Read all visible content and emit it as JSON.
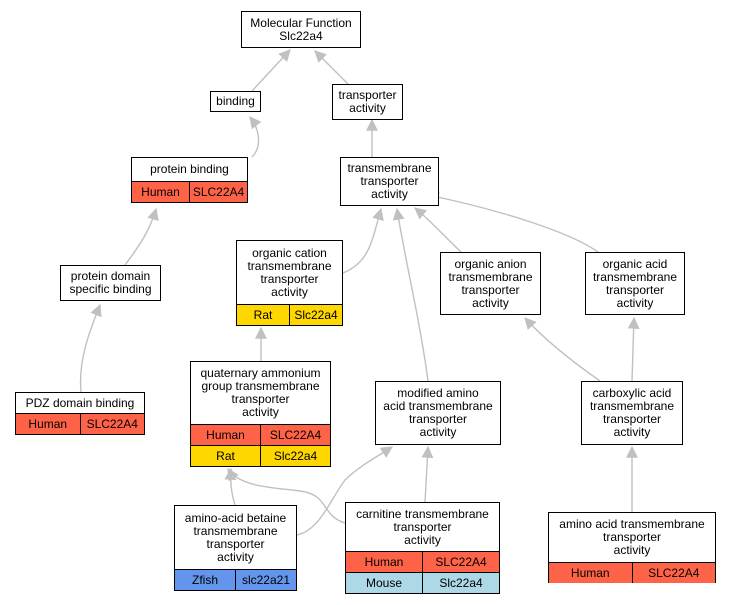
{
  "colors": {
    "human": "#ff6347",
    "rat": "#ffd700",
    "mouse": "#add8e6",
    "zfish": "#6495ed",
    "edge": "#c0c0c0",
    "arrow": "#c0c0c0"
  },
  "nodes": {
    "molecular_function": {
      "label": "Molecular Function\nSlc22a4",
      "annotations": []
    },
    "binding": {
      "label": "binding",
      "annotations": []
    },
    "transporter_activity": {
      "label": "transporter\nactivity",
      "annotations": []
    },
    "protein_binding": {
      "label": "protein binding",
      "annotations": [
        {
          "species": "Human",
          "gene": "SLC22A4",
          "color": "human"
        }
      ]
    },
    "tm_transporter": {
      "label": "transmembrane\ntransporter\nactivity",
      "annotations": []
    },
    "organic_cation": {
      "label": "organic cation\ntransmembrane\ntransporter\nactivity",
      "annotations": [
        {
          "species": "Rat",
          "gene": "Slc22a4",
          "color": "rat"
        }
      ]
    },
    "organic_anion": {
      "label": "organic anion\ntransmembrane\ntransporter\nactivity",
      "annotations": []
    },
    "organic_acid": {
      "label": "organic acid\ntransmembrane\ntransporter\nactivity",
      "annotations": []
    },
    "protein_domain": {
      "label": "protein domain\nspecific binding",
      "annotations": []
    },
    "quaternary": {
      "label": "quaternary ammonium\ngroup transmembrane\ntransporter\nactivity",
      "annotations": [
        {
          "species": "Human",
          "gene": "SLC22A4",
          "color": "human"
        },
        {
          "species": "Rat",
          "gene": "Slc22a4",
          "color": "rat"
        }
      ]
    },
    "modified_amino": {
      "label": "modified amino\nacid transmembrane\ntransporter\nactivity",
      "annotations": []
    },
    "carboxylic": {
      "label": "carboxylic acid\ntransmembrane\ntransporter\nactivity",
      "annotations": []
    },
    "pdz": {
      "label": "PDZ domain binding",
      "annotations": [
        {
          "species": "Human",
          "gene": "SLC22A4",
          "color": "human"
        }
      ]
    },
    "betaine": {
      "label": "amino-acid betaine\ntransmembrane\ntransporter\nactivity",
      "annotations": [
        {
          "species": "Zfish",
          "gene": "slc22a21",
          "color": "zfish"
        }
      ]
    },
    "carnitine": {
      "label": "carnitine transmembrane\ntransporter\nactivity",
      "annotations": [
        {
          "species": "Human",
          "gene": "SLC22A4",
          "color": "human"
        },
        {
          "species": "Mouse",
          "gene": "Slc22a4",
          "color": "mouse"
        }
      ]
    },
    "amino_acid": {
      "label": "amino acid transmembrane\ntransporter\nactivity",
      "annotations": [
        {
          "species": "Human",
          "gene": "SLC22A4",
          "color": "human"
        }
      ]
    }
  }
}
